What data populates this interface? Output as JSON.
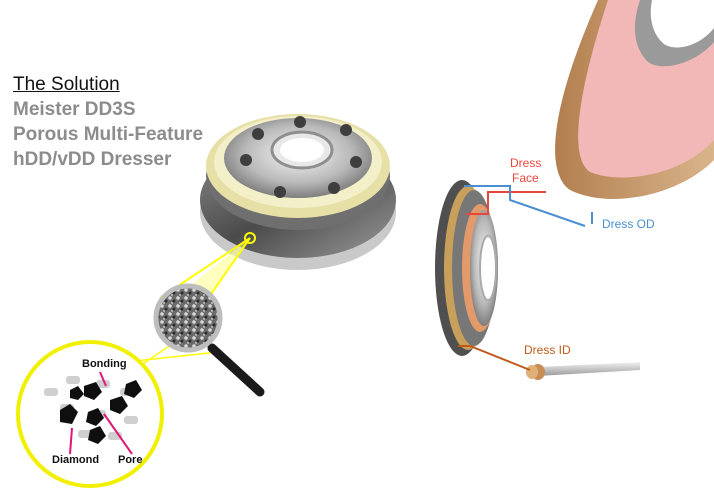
{
  "heading": {
    "title": "The Solution",
    "line1": "Meister DD3S",
    "line2": "Porous Multi-Feature",
    "line3": "hDD/vDD Dresser"
  },
  "annotations": {
    "dress_face_line1": "Dress",
    "dress_face_line2": "Face",
    "dress_od": "Dress OD",
    "dress_id": "Dress ID"
  },
  "diagram_labels": {
    "bonding": "Bonding",
    "diamond": "Diamond",
    "pore": "Pore"
  },
  "colors": {
    "dress_face": "#e8463c",
    "dress_od": "#4a8fd0",
    "dress_id": "#c05a18",
    "magnifier_callout": "#ffff00",
    "label_arrows": "#e2157a"
  }
}
